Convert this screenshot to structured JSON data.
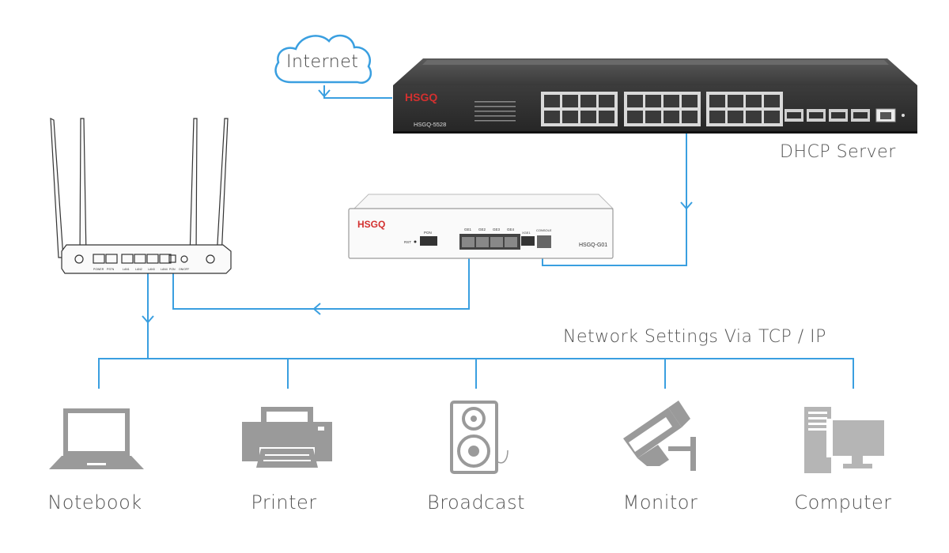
{
  "labels": {
    "internet": "Internet",
    "dhcp_server": "DHCP Server",
    "network_settings": "Network Settings Via TCP / IP"
  },
  "switch": {
    "brand": "HSGQ",
    "model": "HSGQ-5528"
  },
  "olt": {
    "brand": "HSGQ",
    "model": "HSGQ-G01",
    "ports": [
      "GE1",
      "GE2",
      "GE3",
      "GE4"
    ],
    "pon": "PON",
    "rst": "RST",
    "console": "CONSOLE",
    "xge": "XGE1"
  },
  "router": {
    "ports": [
      "POWER",
      "PSTN",
      "LAN1",
      "LAN2",
      "LAN3",
      "LAN4",
      "PON",
      "ON/OFF"
    ]
  },
  "devices": [
    {
      "name": "Notebook",
      "icon": "notebook-icon"
    },
    {
      "name": "Printer",
      "icon": "printer-icon"
    },
    {
      "name": "Broadcast",
      "icon": "speaker-icon"
    },
    {
      "name": "Monitor",
      "icon": "cctv-camera-icon"
    },
    {
      "name": "Computer",
      "icon": "computer-icon"
    }
  ],
  "colors": {
    "line": "#3a9fe0",
    "icon": "#9a9a9a",
    "device_dark": "#2d2d2d",
    "brand": "#d3302f"
  }
}
